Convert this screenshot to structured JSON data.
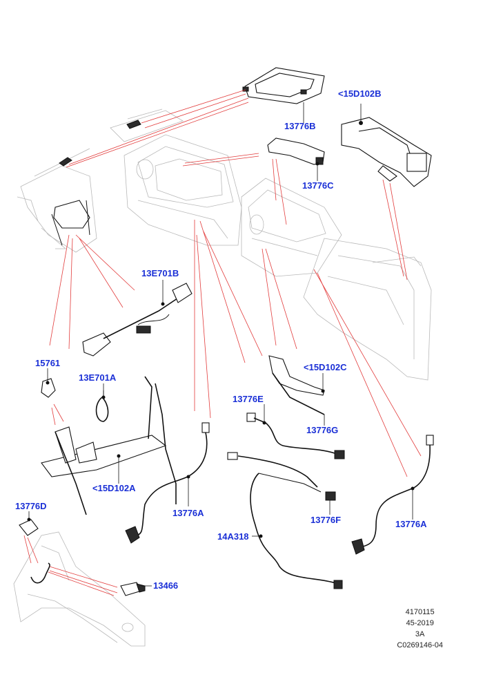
{
  "labels": {
    "l_13776B": "13776B",
    "l_15D102B": "<15D102B",
    "l_13776C": "13776C",
    "l_13E701B": "13E701B",
    "l_15761": "15761",
    "l_13E701A": "13E701A",
    "l_15D102C": "<15D102C",
    "l_13776E": "13776E",
    "l_13776G": "13776G",
    "l_15D102A": "<15D102A",
    "l_13776A_left": "13776A",
    "l_13776A_right": "13776A",
    "l_13776D": "13776D",
    "l_14A318": "14A318",
    "l_13776F": "13776F",
    "l_13466": "13466"
  },
  "info": {
    "line1": "4170115",
    "line2": "45-2019",
    "line3": "3A",
    "line4": "C0269146-04"
  },
  "colors": {
    "callout": "#1a2fd6",
    "leader": "#e23b3b"
  }
}
